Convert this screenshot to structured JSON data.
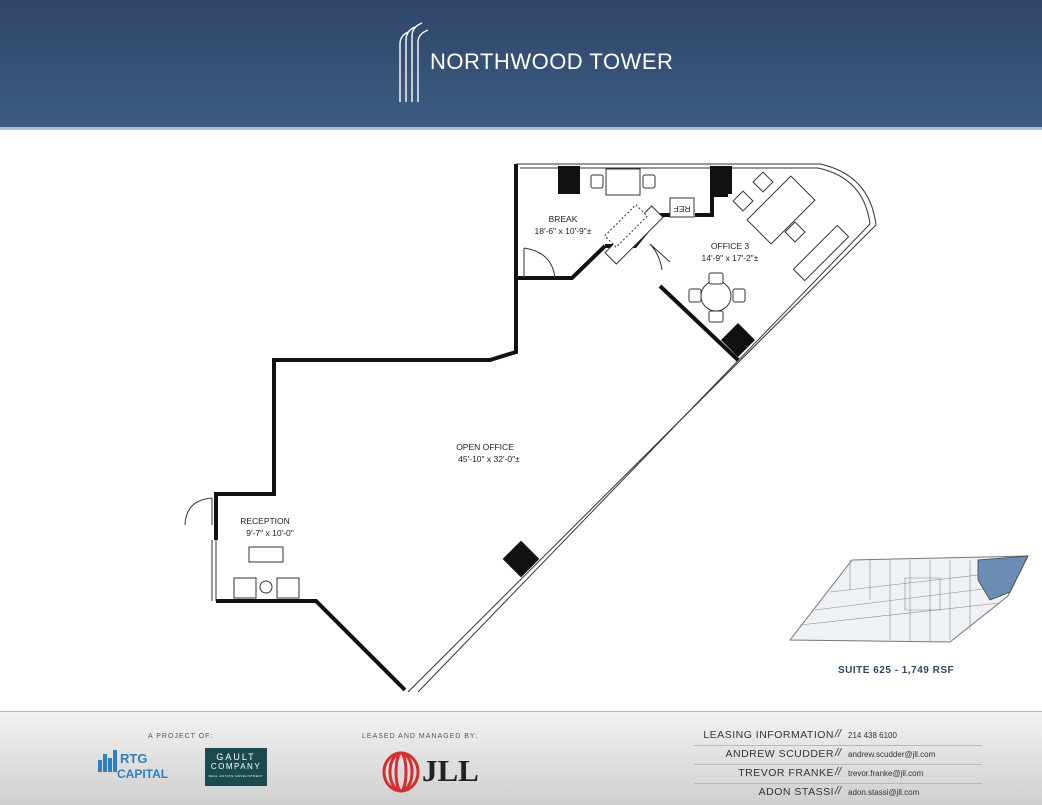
{
  "header": {
    "title": "NORTHWOOD TOWER",
    "background": "#35507a"
  },
  "plan": {
    "rooms": [
      {
        "name": "BREAK",
        "size": "18'-6\" x 10'-9\"±"
      },
      {
        "name": "OFFICE 3",
        "size": "14'-9\" x 17'-2\"±"
      },
      {
        "name": "OPEN OFFICE",
        "size": "45'-10\" x 32'-0\"±"
      },
      {
        "name": "RECEPTION",
        "size": "9'-7\" x 10'-0\""
      }
    ],
    "fixture_label": "REF"
  },
  "suite": {
    "label": "SUITE 625 - 1,749 RSF",
    "highlight": "#6b8db5"
  },
  "footer": {
    "project_label": "A PROJECT OF:",
    "rtg_line1": "RTG",
    "rtg_line2": "CAPITAL",
    "gault_line1": "GAULT",
    "gault_line2": "COMPANY",
    "gault_line3": "REAL ESTATE DEVELOPMENT",
    "managed_label": "LEASED AND MANAGED BY:",
    "jll": "JLL",
    "contacts": [
      {
        "name": "LEASING INFORMATION",
        "value": "214 438 6100"
      },
      {
        "name": "ANDREW SCUDDER",
        "value": "andrew.scudder@jll.com"
      },
      {
        "name": "TREVOR FRANKE",
        "value": "trevor.franke@jll.com"
      },
      {
        "name": "ADON STASSI",
        "value": "adon.stassi@jll.com"
      }
    ]
  }
}
